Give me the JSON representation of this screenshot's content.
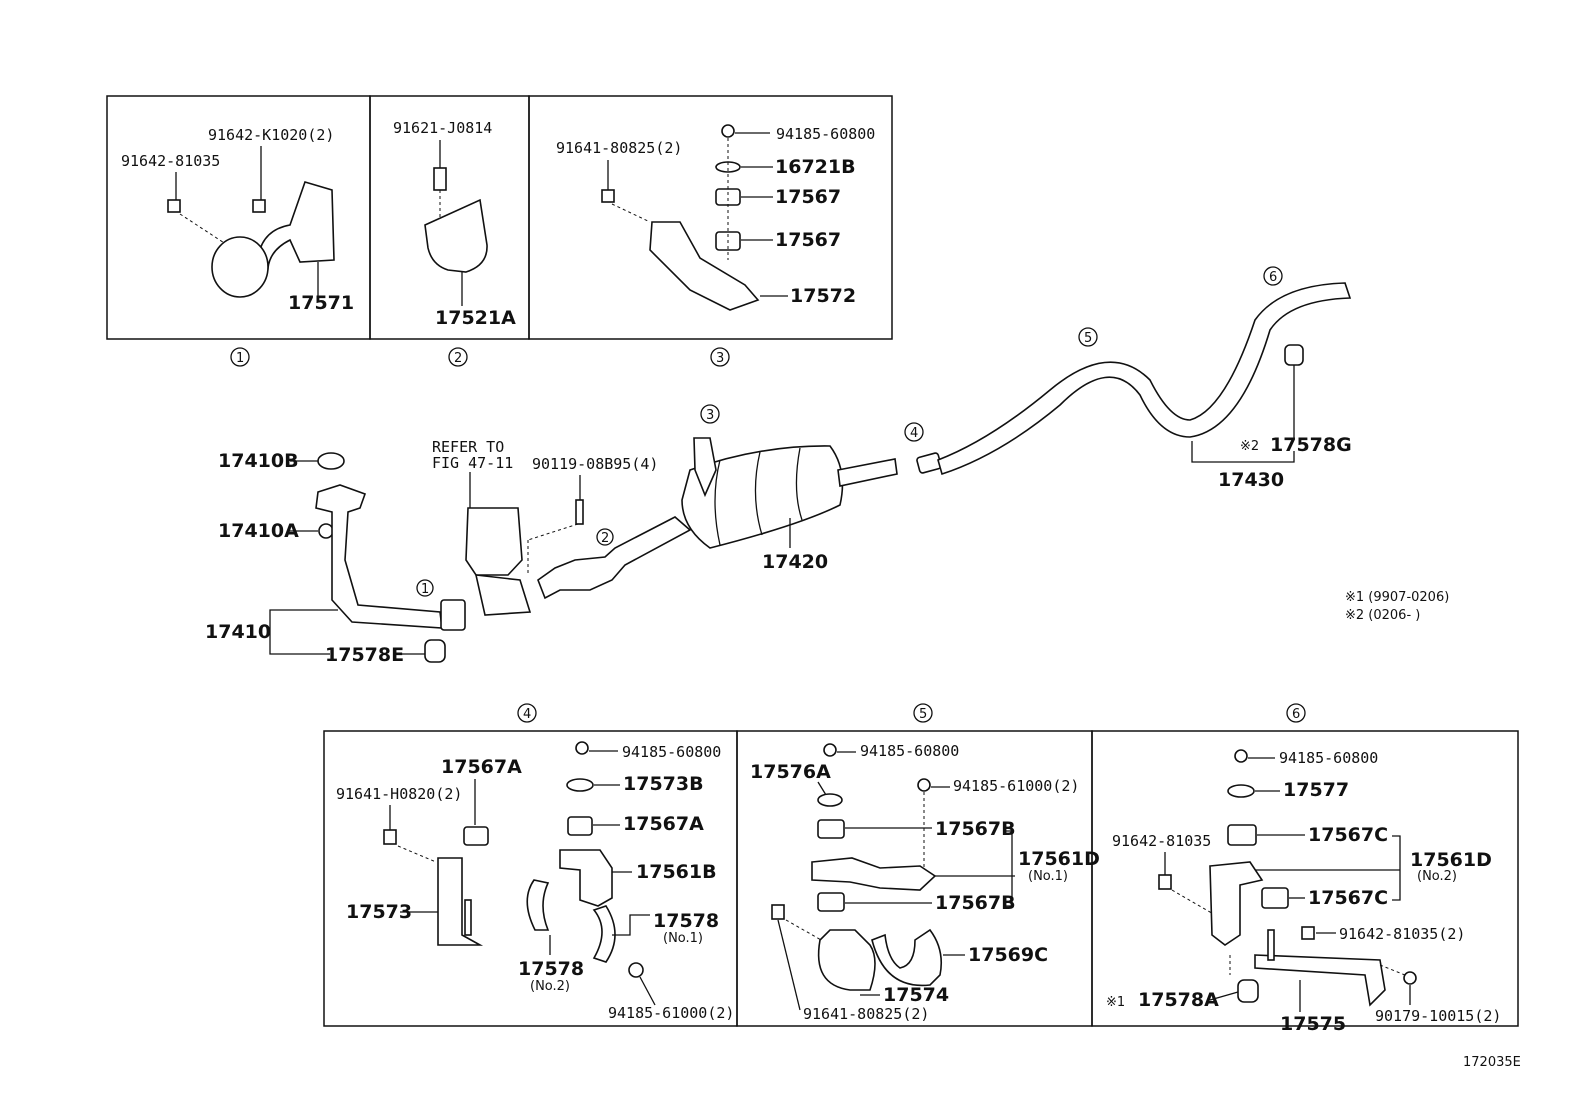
{
  "diagram_id": "172035E",
  "notes": {
    "note1": "※1  (9907-0206)",
    "note2": "※2  (0206-         )"
  },
  "section_markers": {
    "s1": "1",
    "s2": "2",
    "s3": "3",
    "s4": "4",
    "s5": "5",
    "s6": "6"
  },
  "inset1": {
    "p_91642_K1020": "91642-K1020(2)",
    "p_91642_81035": "91642-81035",
    "p_17571": "17571"
  },
  "inset2": {
    "p_91621_J0814": "91621-J0814",
    "p_17521A": "17521A"
  },
  "inset3": {
    "p_91641_80825": "91641-80825(2)",
    "p_94185_60800": "94185-60800",
    "p_16721B": "16721B",
    "p_17567_a": "17567",
    "p_17567_b": "17567",
    "p_17572": "17572"
  },
  "main": {
    "p_17410B": "17410B",
    "p_17410A": "17410A",
    "p_17410": "17410",
    "p_17578E": "17578E",
    "refer_line1": "REFER TO",
    "refer_line2": "FIG 47-11",
    "p_90119": "90119-08B95(4)",
    "p_17420": "17420",
    "p_17430": "17430",
    "p_17578G": "17578G",
    "mark2": "※2"
  },
  "inset4": {
    "p_94185_60800": "94185-60800",
    "p_17567A_top": "17567A",
    "p_91641_H0820": "91641-H0820(2)",
    "p_17573B": "17573B",
    "p_17567A": "17567A",
    "p_17561B": "17561B",
    "p_17573": "17573",
    "p_17578_no1": "17578",
    "no1": "(No.1)",
    "p_17578_no2": "17578",
    "no2": "(No.2)",
    "p_94185_61000": "94185-61000(2)"
  },
  "inset5": {
    "p_94185_60800": "94185-60800",
    "p_17576A": "17576A",
    "p_94185_61000": "94185-61000(2)",
    "p_17567B_a": "17567B",
    "p_17561D": "17561D",
    "no1": "(No.1)",
    "p_17567B_b": "17567B",
    "p_17569C": "17569C",
    "p_17574": "17574",
    "p_91641_80825": "91641-80825(2)"
  },
  "inset6": {
    "p_94185_60800": "94185-60800",
    "p_17577": "17577",
    "p_91642_81035": "91642-81035",
    "p_17567C_a": "17567C",
    "p_17561D": "17561D",
    "no2": "(No.2)",
    "p_17567C_b": "17567C",
    "p_91642_81035_2": "91642-81035(2)",
    "mark1": "※1",
    "p_17578A": "17578A",
    "p_17575": "17575",
    "p_90179": "90179-10015(2)"
  }
}
